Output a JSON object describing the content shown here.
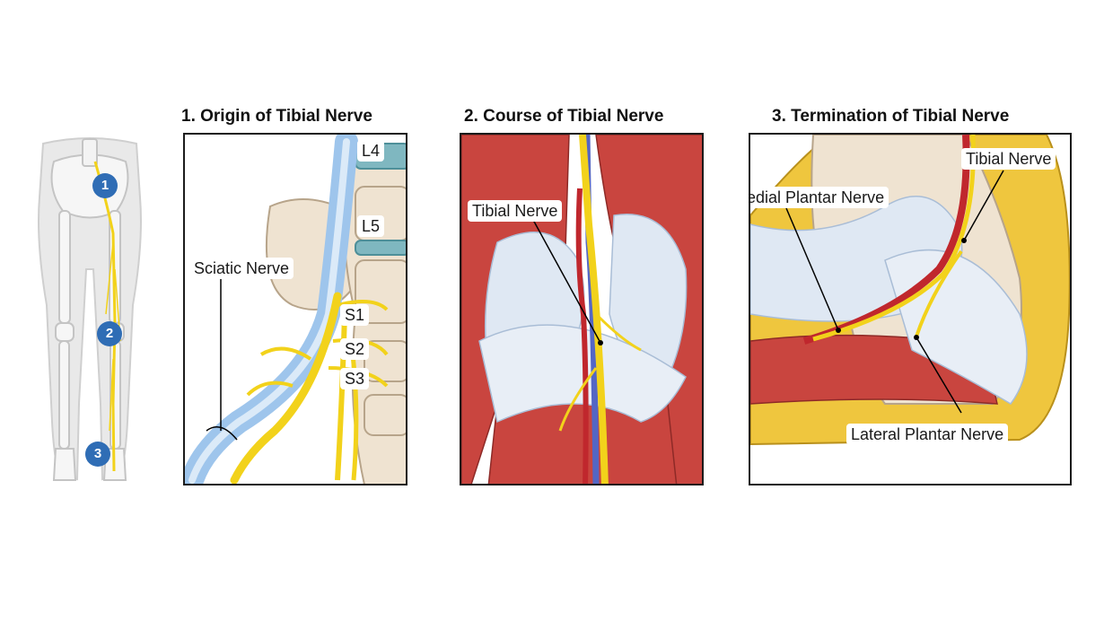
{
  "markers": [
    "1",
    "2",
    "3"
  ],
  "panels": [
    {
      "title": "1. Origin of Tibial Nerve",
      "labels": {
        "l4": "L4",
        "l5": "L5",
        "sciatic": "Sciatic Nerve",
        "s1": "S1",
        "s2": "S2",
        "s3": "S3"
      }
    },
    {
      "title": "2. Course of Tibial Nerve",
      "labels": {
        "tibial": "Tibial Nerve"
      }
    },
    {
      "title": "3. Termination of Tibial Nerve",
      "labels": {
        "tibial": "Tibial Nerve",
        "medial": "Medial Plantar Nerve",
        "lateral": "Lateral Plantar Nerve"
      }
    }
  ],
  "colors": {
    "nerve": "#f2d21b",
    "marker": "#2f6db5",
    "muscle": "#c9453f",
    "tendon": "#dfe8f3",
    "bone": "#efe3d1",
    "fat": "#efc63e"
  }
}
